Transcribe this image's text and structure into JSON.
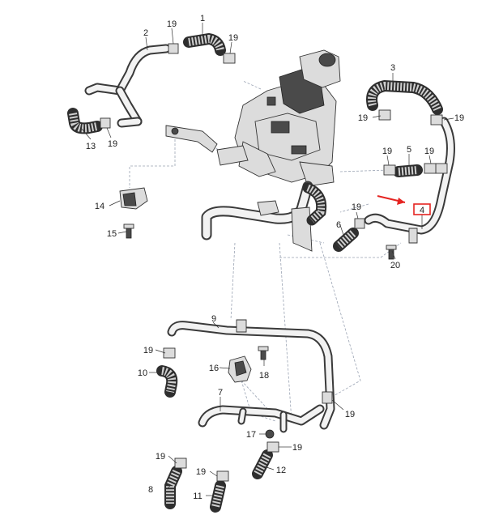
{
  "callouts": {
    "c1": "1",
    "c2": "2",
    "c3": "3",
    "c4": "4",
    "c5": "5",
    "c6": "6",
    "c7": "7",
    "c8": "8",
    "c9": "9",
    "c10": "10",
    "c11": "11",
    "c12": "12",
    "c13": "13",
    "c14": "14",
    "c15": "15",
    "c16": "16",
    "c17": "17",
    "c18": "18",
    "c19": "19",
    "c20": "20"
  },
  "colors": {
    "highlight": "#e52421",
    "line": "#333333",
    "dashed_leader": "#9aa3b3"
  }
}
